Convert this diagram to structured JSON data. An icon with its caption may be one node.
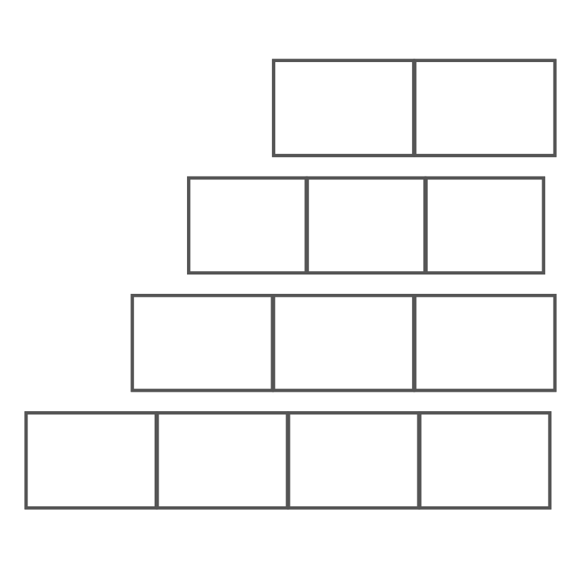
{
  "diagram": {
    "nodes": [
      {
        "text": [],
        "shape": "box"
      },
      {
        "text": [],
        "shape": "box",
        "in": 0
      },
      {
        "text": [],
        "shape": "box",
        "in": 0
      },
      {
        "text": [],
        "shape": "box"
      },
      {
        "text": [],
        "shape": "box",
        "in": 3
      },
      {
        "text": [],
        "shape": "box",
        "in": 3
      },
      {
        "text": [],
        "shape": "box",
        "in": 3
      },
      {
        "text": [],
        "shape": "box"
      },
      {
        "text": [],
        "shape": "box",
        "in": 7
      },
      {
        "text": [],
        "shape": "box",
        "in": 7
      },
      {
        "text": [],
        "shape": "box",
        "in": 7
      },
      {
        "text": [],
        "shape": "box"
      },
      {
        "text": [],
        "shape": "box",
        "in": 11
      },
      {
        "text": [],
        "shape": "box",
        "in": 11
      },
      {
        "text": [],
        "shape": "box",
        "in": 11
      },
      {
        "text": [],
        "shape": "box",
        "in": 11
      }
    ]
  }
}
